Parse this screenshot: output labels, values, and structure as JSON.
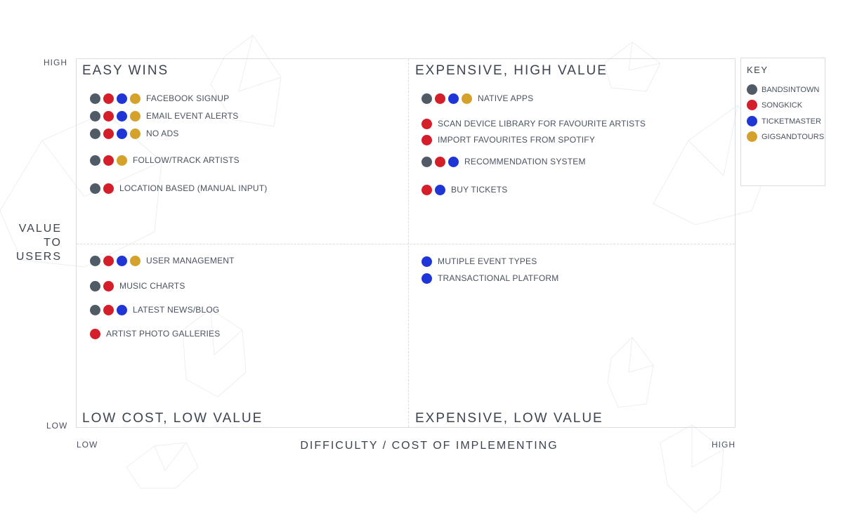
{
  "axes": {
    "y_high": "HIGH",
    "y_low": "LOW",
    "x_low": "LOW",
    "x_high": "HIGH",
    "y_title": [
      "VALUE",
      "TO",
      "USERS"
    ],
    "x_title": "DIFFICULTY / COST OF IMPLEMENTING"
  },
  "quadrants": {
    "top_left": "EASY WINS",
    "top_right": "EXPENSIVE, HIGH VALUE",
    "bottom_left": "LOW COST, LOW VALUE",
    "bottom_right": "EXPENSIVE, LOW VALUE"
  },
  "key": {
    "title": "KEY",
    "items": [
      {
        "id": "bandsintown",
        "label": "BANDSINTOWN",
        "color": "#515b66"
      },
      {
        "id": "songkick",
        "label": "SONGKICK",
        "color": "#d41e2a"
      },
      {
        "id": "ticketmaster",
        "label": "TICKETMASTER",
        "color": "#1f35d6"
      },
      {
        "id": "gigsandtours",
        "label": "GIGSANDTOURS",
        "color": "#d4a12a"
      }
    ]
  },
  "features": {
    "top_left": [
      {
        "label": "FACEBOOK SIGNUP",
        "providers": [
          "bandsintown",
          "songkick",
          "ticketmaster",
          "gigsandtours"
        ]
      },
      {
        "label": "EMAIL EVENT ALERTS",
        "providers": [
          "bandsintown",
          "songkick",
          "ticketmaster",
          "gigsandtours"
        ]
      },
      {
        "label": "NO ADS",
        "providers": [
          "bandsintown",
          "songkick",
          "ticketmaster",
          "gigsandtours"
        ]
      },
      {
        "label": "FOLLOW/TRACK ARTISTS",
        "providers": [
          "bandsintown",
          "songkick",
          "gigsandtours"
        ]
      },
      {
        "label": "LOCATION BASED (MANUAL INPUT)",
        "providers": [
          "bandsintown",
          "songkick"
        ]
      }
    ],
    "top_right": [
      {
        "label": "NATIVE APPS",
        "providers": [
          "bandsintown",
          "songkick",
          "ticketmaster",
          "gigsandtours"
        ]
      },
      {
        "label": "SCAN DEVICE LIBRARY FOR FAVOURITE ARTISTS",
        "providers": [
          "songkick"
        ]
      },
      {
        "label": "IMPORT FAVOURITES FROM SPOTIFY",
        "providers": [
          "songkick"
        ]
      },
      {
        "label": "RECOMMENDATION SYSTEM",
        "providers": [
          "bandsintown",
          "songkick",
          "ticketmaster"
        ]
      },
      {
        "label": "BUY TICKETS",
        "providers": [
          "songkick",
          "ticketmaster"
        ]
      }
    ],
    "bottom_left": [
      {
        "label": "USER MANAGEMENT",
        "providers": [
          "bandsintown",
          "songkick",
          "ticketmaster",
          "gigsandtours"
        ]
      },
      {
        "label": "MUSIC CHARTS",
        "providers": [
          "bandsintown",
          "songkick"
        ]
      },
      {
        "label": "LATEST NEWS/BLOG",
        "providers": [
          "bandsintown",
          "songkick",
          "ticketmaster"
        ]
      },
      {
        "label": "ARTIST PHOTO GALLERIES",
        "providers": [
          "songkick"
        ]
      }
    ],
    "bottom_right": [
      {
        "label": "MUTIPLE EVENT TYPES",
        "providers": [
          "ticketmaster"
        ]
      },
      {
        "label": "TRANSACTIONAL PLATFORM",
        "providers": [
          "ticketmaster"
        ]
      }
    ]
  }
}
